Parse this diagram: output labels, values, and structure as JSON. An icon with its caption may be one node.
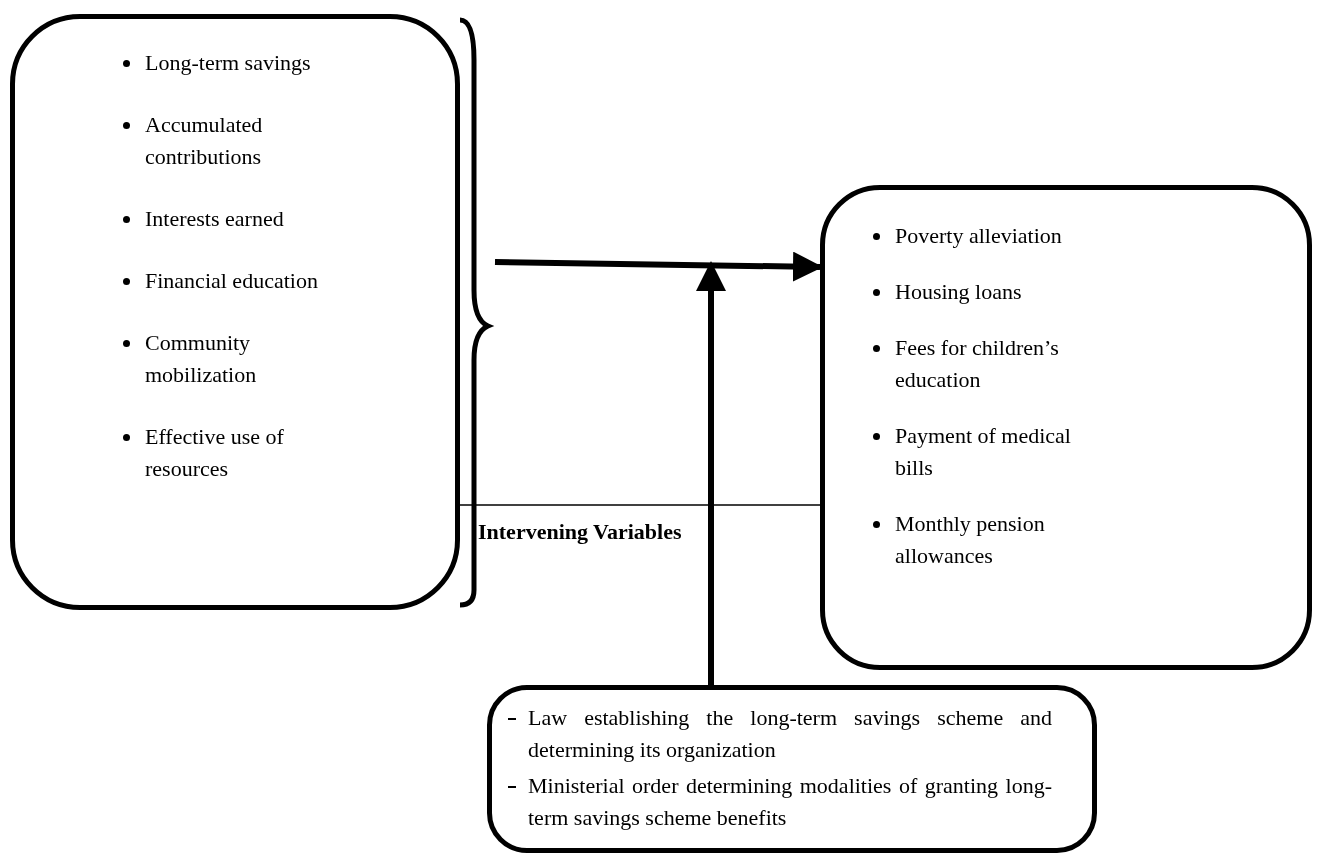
{
  "diagram": {
    "nodes": [
      {
        "text": [
          "Long-term savings",
          "Accumulated contributions",
          "Interests earned",
          "Financial education",
          "Community mobilization",
          "Effective use of resources"
        ]
      },
      {
        "text": [
          "Poverty alleviation",
          "Housing loans",
          "Fees for children’s education",
          "Payment of medical bills",
          "Monthly pension allowances"
        ]
      },
      {
        "text": [
          "Law establishing the long-term savings scheme and determining its organization",
          "Ministerial order determining modalities of granting long-term savings scheme benefits"
        ]
      }
    ],
    "edges": [
      {
        "from": 0,
        "to": 1,
        "arrow": "to"
      },
      {
        "from": 2,
        "to": null,
        "arrow": "to"
      }
    ],
    "labels": [
      "Intervening Variables"
    ]
  }
}
